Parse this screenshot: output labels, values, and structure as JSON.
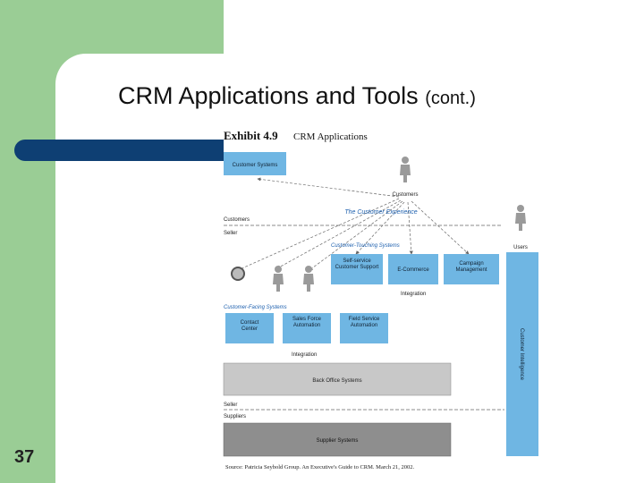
{
  "slide": {
    "title": "CRM Applications and Tools",
    "title_suffix": "(cont.)",
    "page_number": "37"
  },
  "colors": {
    "green": "#9acd95",
    "navy": "#0e3f73",
    "box_blue": "#6fb6e3",
    "gray_light": "#c8c8c8",
    "gray_dark": "#8e8e8e"
  },
  "figure": {
    "exhibit_label": "Exhibit 4.9",
    "exhibit_title": "CRM Applications",
    "customer_systems": "Customer Systems",
    "customers_person_label": "Customers",
    "customer_experience": "The Customer Experience",
    "customers_line": "Customers",
    "seller_line": "Seller",
    "customer_touching_systems": "Customer-Touching Systems",
    "users_label": "Users",
    "self_service": "Self-service Customer Support",
    "ecommerce": "E-Commerce",
    "campaign": "Campaign Management",
    "integration_top": "Integration",
    "customer_facing_systems": "Customer-Facing Systems",
    "contact_center": "Contact Center",
    "sales_force": "Sales Force Automation",
    "field_service": "Field Service Automation",
    "customer_intelligence": "Customer Intelligence",
    "integration_mid": "Integration",
    "back_office": "Back Office Systems",
    "seller_bottom": "Seller",
    "suppliers": "Suppliers",
    "supplier_systems": "Supplier Systems",
    "source": "Source: Patricia Seybold Group. An Executive's Guide to CRM. March 21, 2002."
  }
}
